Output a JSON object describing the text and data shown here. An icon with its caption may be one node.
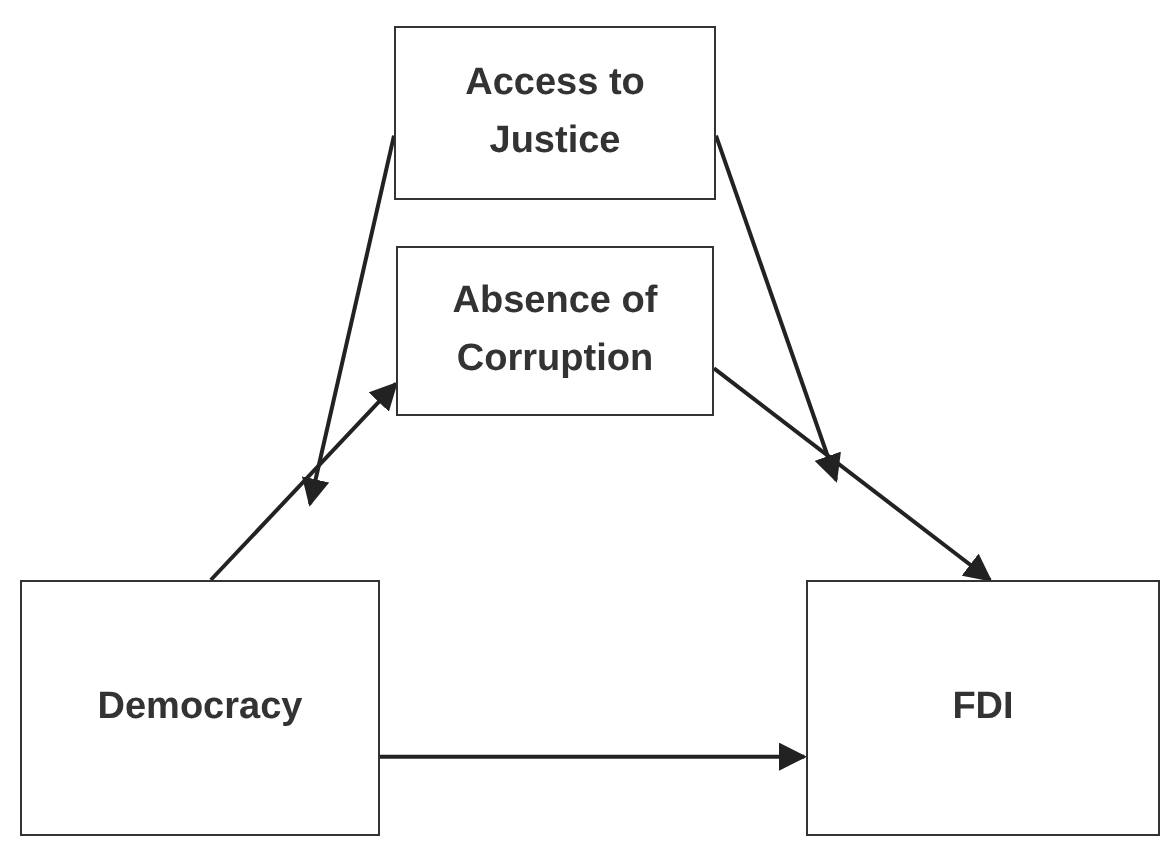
{
  "diagram": {
    "nodes": [
      {
        "text": [
          "Access to Justice"
        ]
      },
      {
        "text": [
          "Absence of Corruption"
        ]
      },
      {
        "text": [
          "Democracy"
        ]
      },
      {
        "text": [
          "FDI"
        ]
      }
    ],
    "edges": [
      {
        "from": 2,
        "to": 1,
        "arrow": "to"
      },
      {
        "from": 1,
        "to": 3,
        "arrow": "to"
      },
      {
        "from": 2,
        "to": 3,
        "arrow": "to"
      },
      {
        "from": 0,
        "to": null,
        "arrow": "to"
      },
      {
        "from": 0,
        "to": null,
        "arrow": "to"
      }
    ]
  }
}
